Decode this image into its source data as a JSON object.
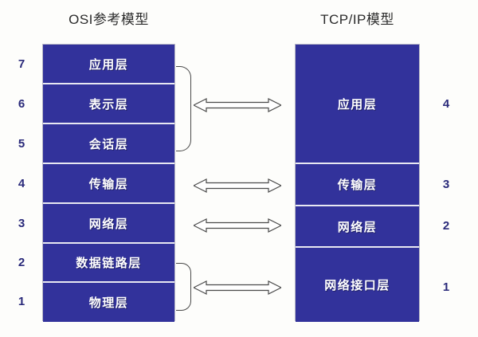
{
  "diagram": {
    "titles": {
      "osi": "OSI参考模型",
      "tcpip": "TCP/IP模型"
    },
    "colors": {
      "layer_fill": "#32329b",
      "layer_border": "#e8e8f2",
      "number_text": "#2a2a7a",
      "title_text": "#2b2b2b",
      "arrow_stroke": "#4a4a4a",
      "background": "#fdfdfb"
    },
    "osi_layers": [
      {
        "number": "7",
        "label": "应用层"
      },
      {
        "number": "6",
        "label": "表示层"
      },
      {
        "number": "5",
        "label": "会话层"
      },
      {
        "number": "4",
        "label": "传输层"
      },
      {
        "number": "3",
        "label": "网络层"
      },
      {
        "number": "2",
        "label": "数据链路层"
      },
      {
        "number": "1",
        "label": "物理层"
      }
    ],
    "tcpip_layers": [
      {
        "number": "4",
        "label": "应用层"
      },
      {
        "number": "3",
        "label": "传输层"
      },
      {
        "number": "2",
        "label": "网络层"
      },
      {
        "number": "1",
        "label": "网络接口层"
      }
    ],
    "mappings": [
      {
        "osi": "7,6,5",
        "tcpip": "4",
        "braced": true
      },
      {
        "osi": "4",
        "tcpip": "3",
        "braced": false
      },
      {
        "osi": "3",
        "tcpip": "2",
        "braced": false
      },
      {
        "osi": "2,1",
        "tcpip": "1",
        "braced": true
      }
    ]
  }
}
